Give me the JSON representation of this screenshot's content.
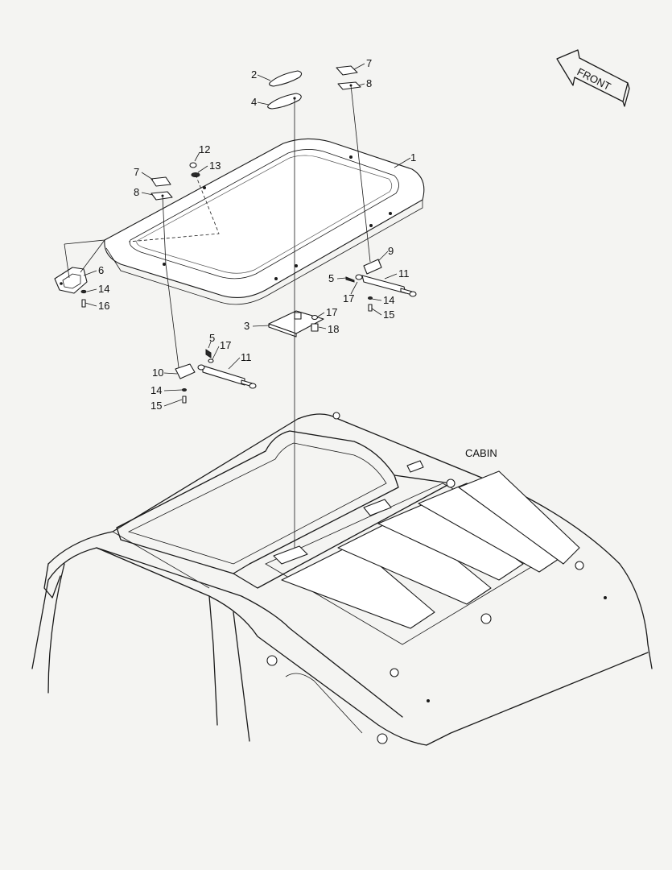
{
  "orientation_label": "FRONT",
  "assembly_label": "CABIN",
  "callouts": [
    "1",
    "2",
    "4",
    "7",
    "8",
    "7",
    "8",
    "12",
    "13",
    "6",
    "14",
    "16",
    "9",
    "11",
    "5",
    "17",
    "14",
    "15",
    "3",
    "17",
    "18",
    "5",
    "17",
    "11",
    "10",
    "14",
    "15"
  ]
}
